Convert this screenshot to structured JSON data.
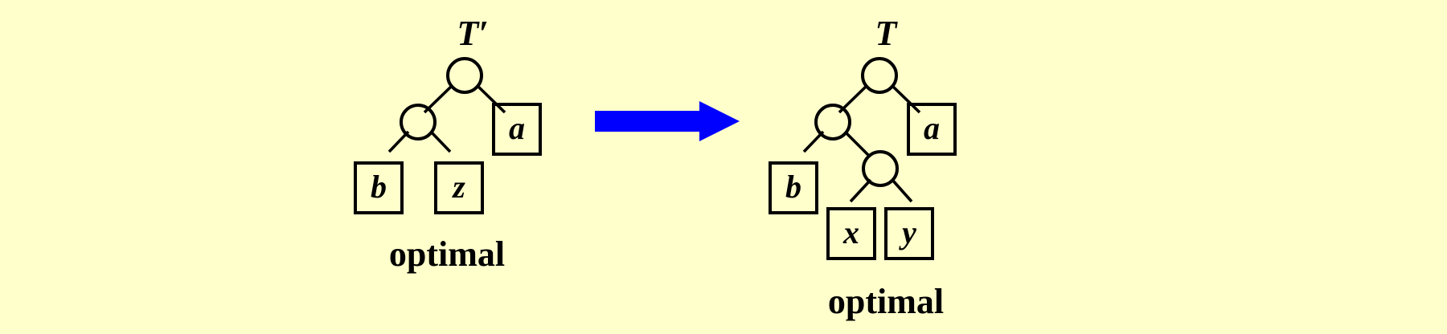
{
  "background_color": "#ffffcc",
  "arrow_color": "#0000ff",
  "left_tree": {
    "title": "T′",
    "caption": "optimal",
    "leaves": {
      "a": "a",
      "b": "b",
      "z": "z"
    }
  },
  "right_tree": {
    "title": "T",
    "caption": "optimal",
    "leaves": {
      "a": "a",
      "b": "b",
      "x": "x",
      "y": "y"
    }
  }
}
